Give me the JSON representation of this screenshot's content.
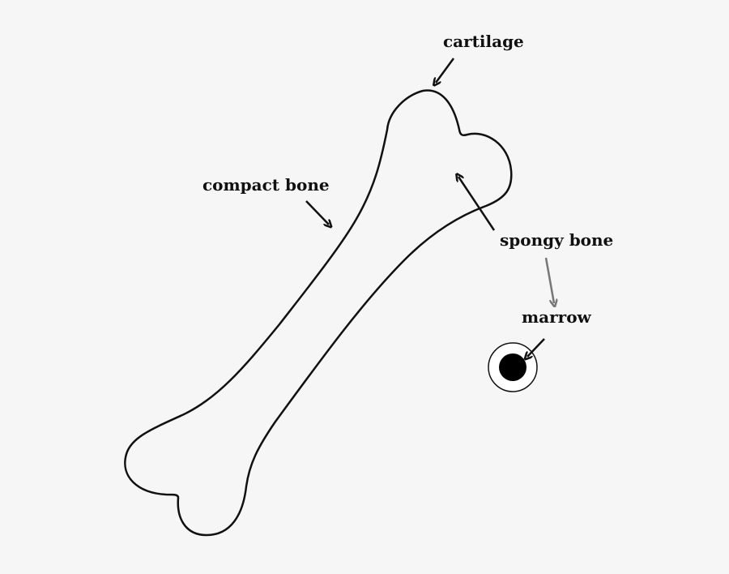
{
  "labels": {
    "cartilage": "cartilage",
    "compact_bone": "compact bone",
    "spongy_bone": "spongy bone",
    "marrow": "marrow"
  },
  "colors": {
    "background": "#f6f6f6",
    "outline": "#111111",
    "secondary_arrow": "#777777",
    "marrow_fill": "#000000"
  }
}
